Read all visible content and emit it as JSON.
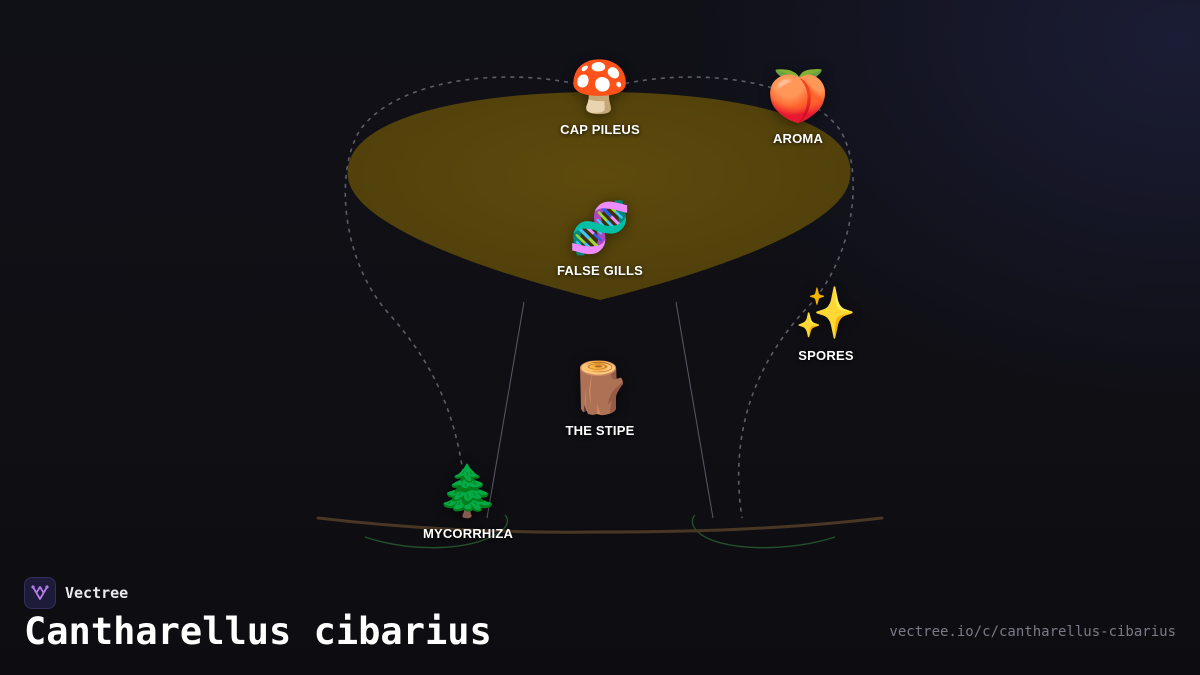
{
  "colors": {
    "cap": "#5e4a0c",
    "background": "#0f0f14",
    "ground": "#4a3624",
    "roots": "#24502c",
    "stipe_lines": "#5a5a66",
    "dashed_outline": "#5e5e6a",
    "brand_accent": "#b57be8"
  },
  "nodes": [
    {
      "id": "cap-pileus",
      "emoji": "🍄",
      "label": "CAP PILEUS"
    },
    {
      "id": "aroma",
      "emoji": "🍑",
      "label": "AROMA"
    },
    {
      "id": "false-gills",
      "emoji": "🧬",
      "label": "FALSE GILLS"
    },
    {
      "id": "spores",
      "emoji": "✨",
      "label": "SPORES"
    },
    {
      "id": "the-stipe",
      "emoji": "🪵",
      "label": "THE STIPE"
    },
    {
      "id": "mycorrhiza",
      "emoji": "🌲",
      "label": "MYCORRHIZA"
    }
  ],
  "brand": {
    "name": "Vectree",
    "logo_icon": "vectree-logo-icon"
  },
  "title": "Cantharellus cibarius",
  "url": "vectree.io/c/cantharellus-cibarius"
}
